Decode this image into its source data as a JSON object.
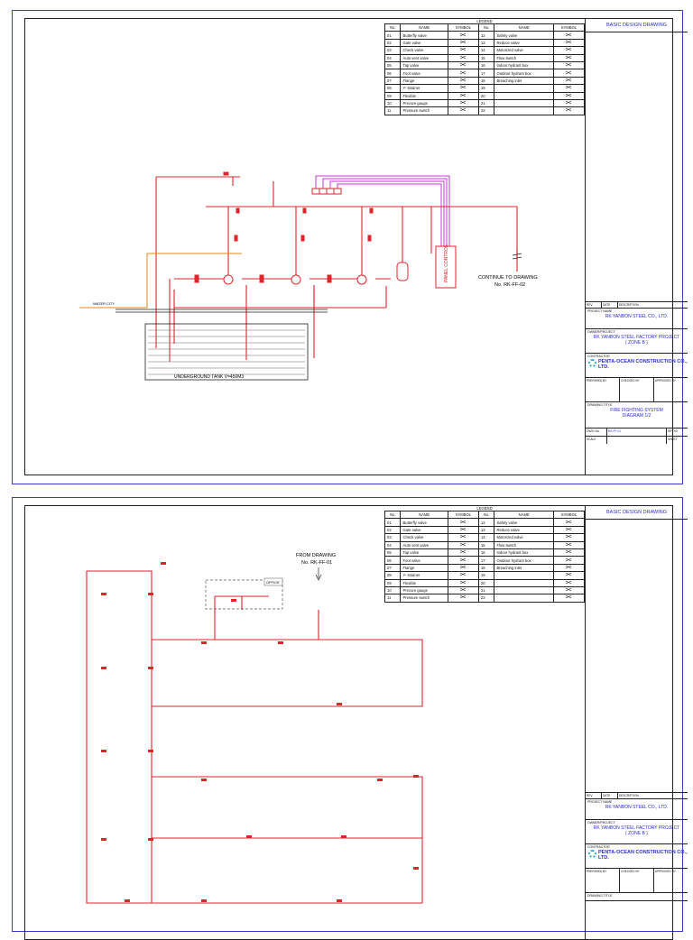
{
  "legend": {
    "caption": "LEGEND",
    "headers": [
      "No.",
      "NAME",
      "SYMBOL",
      "No.",
      "NAME",
      "SYMBOL"
    ],
    "rows": [
      [
        "01",
        "Butterfly valve",
        "12",
        "Safety valve"
      ],
      [
        "02",
        "Gate valve",
        "13",
        "Reduce valve"
      ],
      [
        "03",
        "Check valve",
        "14",
        "Motorized valve"
      ],
      [
        "04",
        "Auto vent valve",
        "15",
        "Flow switch"
      ],
      [
        "05",
        "Tap valve",
        "16",
        "Indoor hydrant box"
      ],
      [
        "06",
        "Foot valve",
        "17",
        "Outdoor hydrant box"
      ],
      [
        "07",
        "Flange",
        "18",
        "Breaching inlet"
      ],
      [
        "08",
        "Y- strainer",
        "19",
        ""
      ],
      [
        "09",
        "Flexible",
        "20",
        ""
      ],
      [
        "10",
        "Precure gauge",
        "21",
        ""
      ],
      [
        "11",
        "Pressure switch",
        "22",
        ""
      ]
    ]
  },
  "titleblock": {
    "header": "BASIC DESIGN DRAWING",
    "rev_headers": [
      "REV.",
      "DATE",
      "DESCRIPTION"
    ],
    "project_name_label": "PROJECT NAME",
    "project_name": "RK YANBON STEEL CO., LTD.",
    "owner_label": "OWNER/PROJECT",
    "owner_line1": "RK YANBON STEEL FACTORY PROJECT",
    "owner_line2": "( ZONE B )",
    "contractor_label": "CONTRACTOR",
    "contractor": "PENTA-OCEAN CONSTRUCTION CO., LTD.",
    "sign_labels": [
      "PREPARED BY",
      "CHECKED BY",
      "APPROVED BY"
    ],
    "drawing_title_label": "DRAWING TITLE",
    "drawing_title1": "FIRE FIGHTING SYSTEM",
    "drawing_title2": "DIAGRAM 1/2",
    "dwg_no_label": "DWG No.",
    "dwg_no": "RK-FF-01",
    "rev_label": "REV.00",
    "scale_label": "SCALE",
    "sheet_label": "SHEET"
  },
  "sheet1": {
    "continue_line1": "CONTINUE TO DRAWING",
    "continue_line2": "No. RK-FF-02",
    "tank_label": "UNDERGROUND TANK V=450M3",
    "water_city": "WATER CITY",
    "panel_label": "PANEL CONTROL"
  },
  "sheet2": {
    "from_line1": "FROM DRAWING",
    "from_line2": "No. RK-FF-01",
    "office_label": "OFFICE"
  },
  "colors": {
    "pipe": "#e0242b",
    "border": "#3a3acb",
    "panel": "#c43ad0",
    "water": "#e08a1a",
    "title_blue": "#2b2bd6"
  }
}
